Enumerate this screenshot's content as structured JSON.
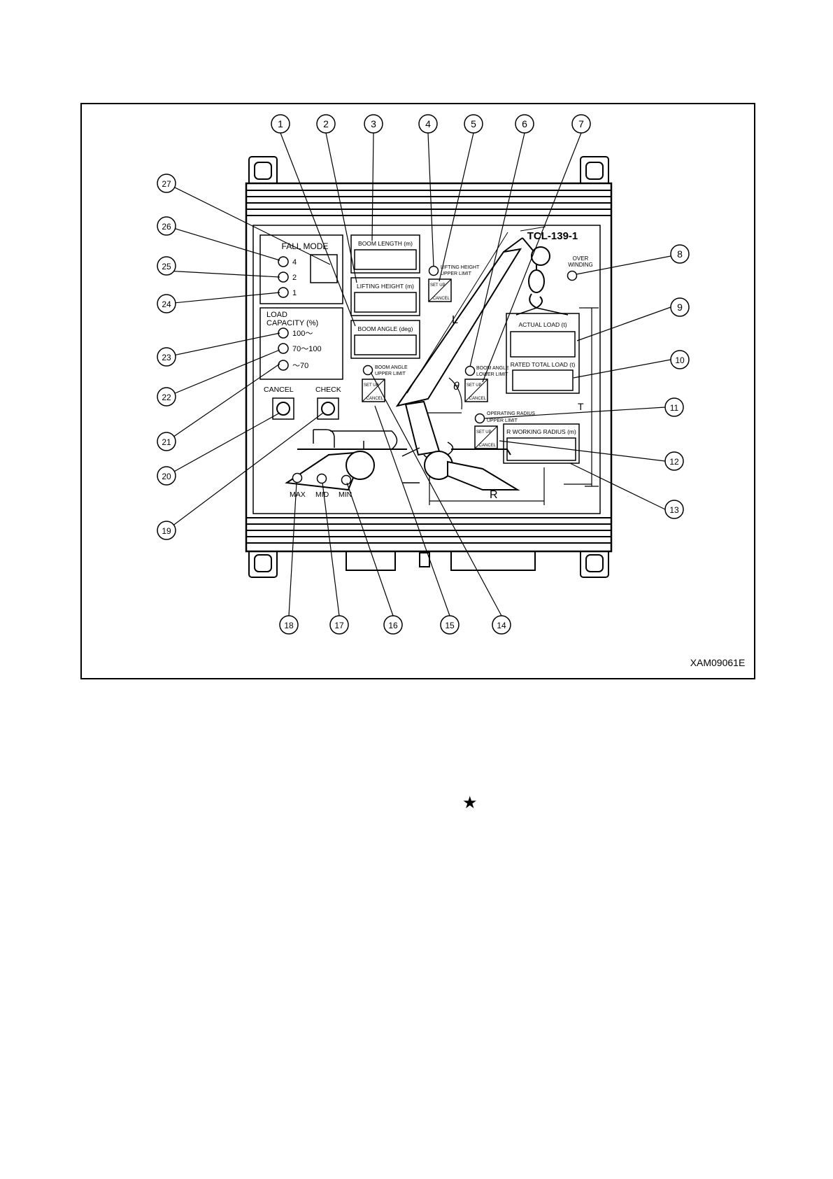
{
  "figure_code": "XAM09061E",
  "model": "TCL-139-1",
  "callouts": [
    "1",
    "2",
    "3",
    "4",
    "5",
    "6",
    "7",
    "8",
    "9",
    "10",
    "11",
    "12",
    "13",
    "14",
    "15",
    "16",
    "17",
    "18",
    "19",
    "20",
    "21",
    "22",
    "23",
    "24",
    "25",
    "26",
    "27"
  ],
  "panel": {
    "fall_mode_title": "FALL MODE",
    "fall_modes": [
      "4",
      "2",
      "1"
    ],
    "load_capacity_title_1": "LOAD",
    "load_capacity_title_2": "CAPACITY (%)",
    "load_levels": [
      "100～",
      "70～100",
      "～70"
    ],
    "cancel_label": "CANCEL",
    "check_label": "CHECK",
    "boom_length_label": "BOOM LENGTH (m)",
    "lifting_height_label": "LIFTING HEIGHT (m)",
    "boom_angle_label": "BOOM ANGLE (deg)",
    "lifting_height_upper_1": "LIFTING HEIGHT",
    "lifting_height_upper_2": "UPPER LIMIT",
    "boom_angle_upper_1": "BOOM ANGLE",
    "boom_angle_upper_2": "UPPER LIMIT",
    "boom_angle_lower_1": "BOOM ANGLE",
    "boom_angle_lower_2": "LOWER LIMIT",
    "operating_radius_upper_1": "OPERATING RADIUS",
    "operating_radius_upper_2": "UPPER LIMIT",
    "over_winding_1": "OVER",
    "over_winding_2": "WINDING",
    "actual_load_label": "ACTUAL LOAD (t)",
    "rated_total_load_label": "RATED TOTAL LOAD (t)",
    "working_radius_label": "R  WORKING RADIUS (m)",
    "setup_label": "SET UP",
    "cancel_small": "CANCEL",
    "diagram_l": "L",
    "diagram_theta": "θ",
    "diagram_r": "R",
    "diagram_t": "T",
    "max_label": "MAX",
    "mid_label": "MID",
    "min_label": "MIN"
  },
  "star_symbol": "★"
}
